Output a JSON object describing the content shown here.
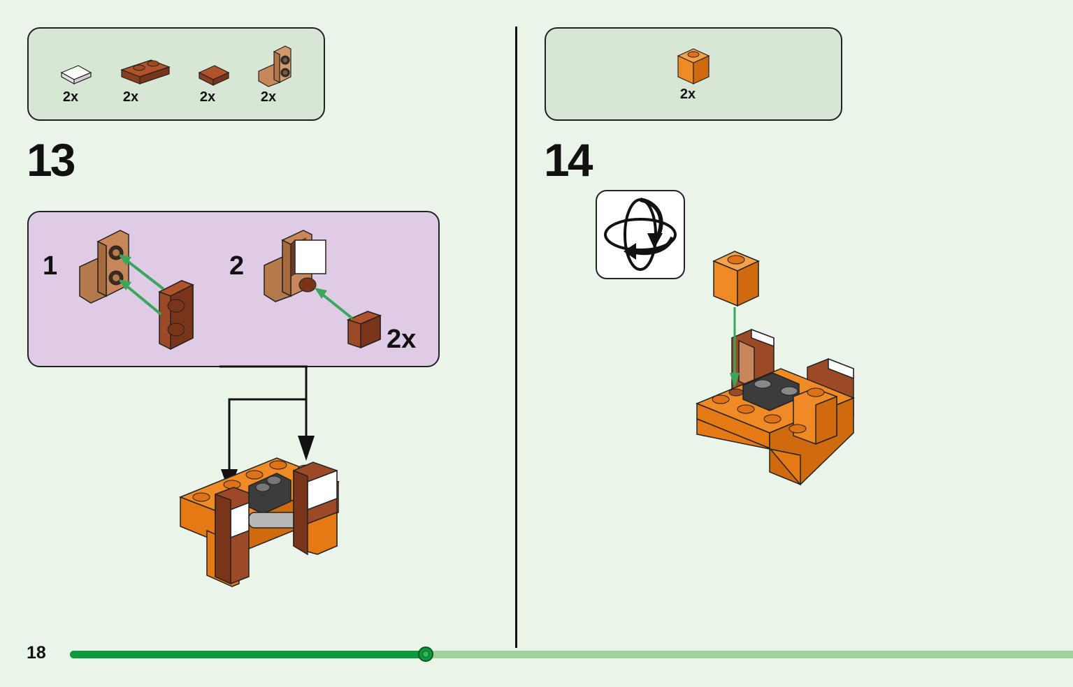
{
  "page": {
    "number": "18",
    "progress": 0.355
  },
  "step13": {
    "number": "13",
    "parts": [
      {
        "qty": "2x",
        "icon": "white-tile-1x1-icon"
      },
      {
        "qty": "2x",
        "icon": "brown-plate-1x2-icon"
      },
      {
        "qty": "2x",
        "icon": "brown-tile-1x1-icon"
      },
      {
        "qty": "2x",
        "icon": "bracket-1x2-icon"
      }
    ],
    "substeps": [
      {
        "number": "1"
      },
      {
        "number": "2",
        "multiplier": "2x"
      }
    ]
  },
  "step14": {
    "number": "14",
    "parts": [
      {
        "qty": "2x",
        "icon": "orange-brick-1x1-icon"
      }
    ],
    "rotate_icon": "rotate-model-icon"
  },
  "colors": {
    "background": "#eaf5ea",
    "parts_box": "#d8e6d6",
    "substep_box": "#dfcbe5",
    "orange": "#f08a24",
    "brown": "#9b4a25",
    "tan": "#c8875a",
    "progress_done": "#0c9a3c",
    "progress_rest": "#9fd19a",
    "assembly_arrow": "#3aa65a"
  }
}
